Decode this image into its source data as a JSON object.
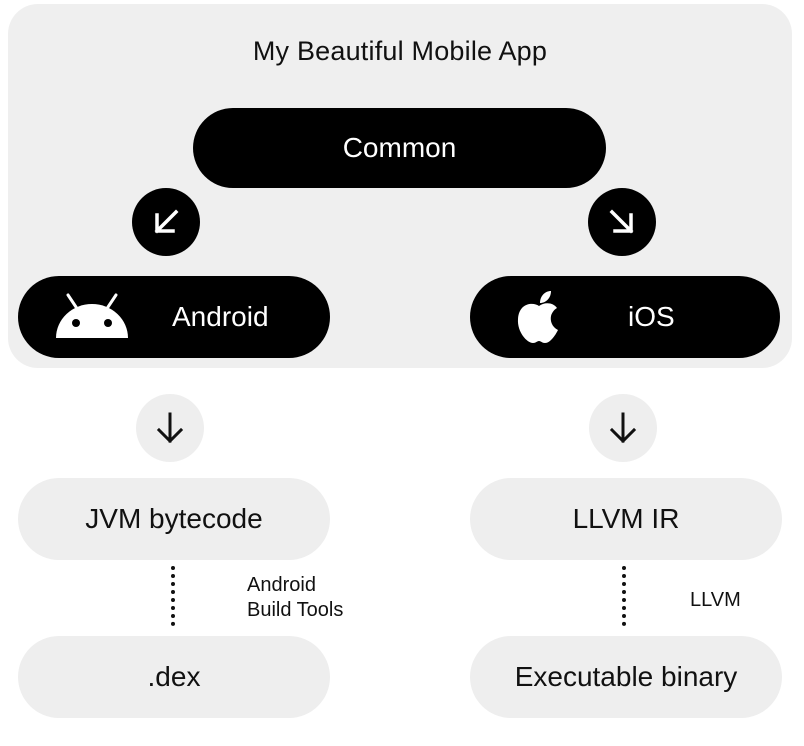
{
  "app_title": "My Beautiful Mobile App",
  "common": {
    "label": "Common"
  },
  "android": {
    "label": "Android",
    "icon": "android-icon"
  },
  "ios": {
    "label": "iOS",
    "icon": "apple-icon"
  },
  "android_pipeline": {
    "intermediate": "JVM bytecode",
    "tool_line1": "Android",
    "tool_line2": "Build Tools",
    "output": ".dex"
  },
  "ios_pipeline": {
    "intermediate": "LLVM IR",
    "tool": "LLVM",
    "output": "Executable binary"
  },
  "colors": {
    "dark": "#000000",
    "panel": "#efefef",
    "light_box": "#eeeeee",
    "text_on_dark": "#ffffff"
  }
}
